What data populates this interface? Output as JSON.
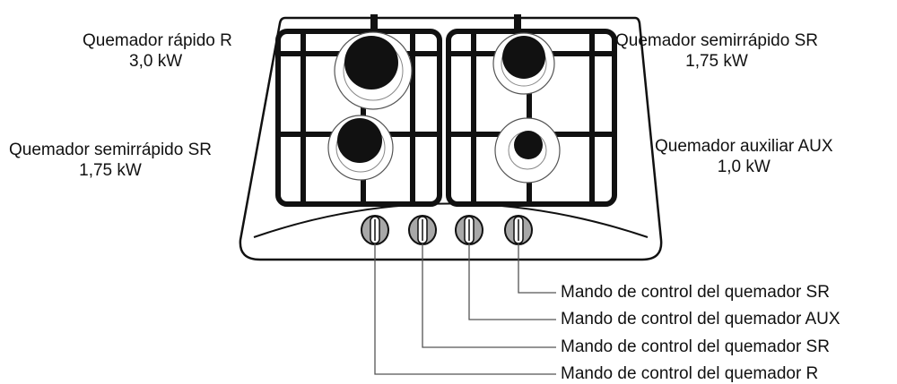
{
  "burners": [
    {
      "name": "Quemador rápido R",
      "power": "3,0 kW"
    },
    {
      "name": "Quemador semirrápido SR",
      "power": "1,75 kW"
    },
    {
      "name": "Quemador semirrápido SR",
      "power": "1,75 kW"
    },
    {
      "name": "Quemador auxiliar AUX",
      "power": "1,0 kW"
    }
  ],
  "knobs": [
    {
      "label": "Mando de control del quemador SR"
    },
    {
      "label": "Mando de control del quemador AUX"
    },
    {
      "label": "Mando de control del quemador SR"
    },
    {
      "label": "Mando de control del quemador R"
    }
  ]
}
